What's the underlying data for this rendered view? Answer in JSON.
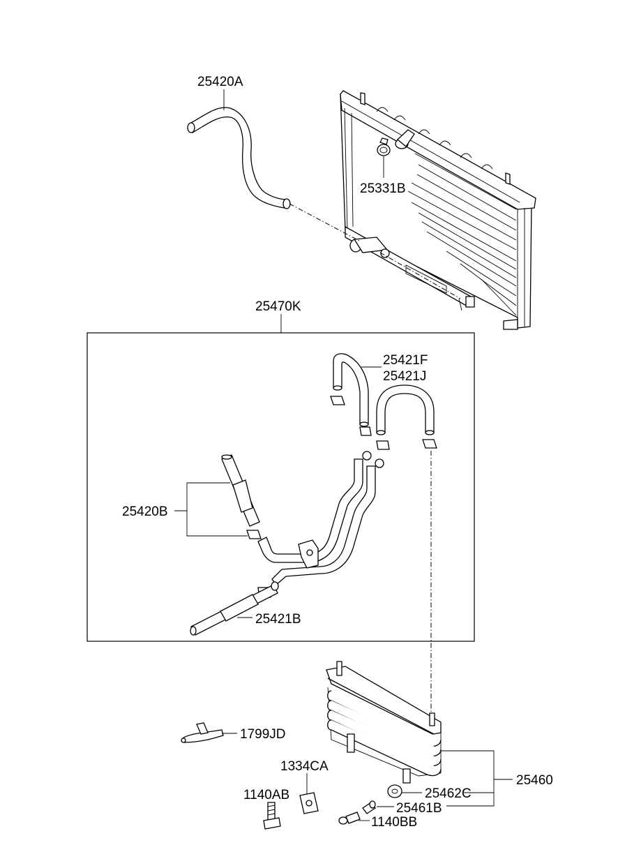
{
  "diagram": {
    "labels": {
      "hose_upper": "25420A",
      "clamp_upper": "25331B",
      "tube_assembly": "25470K",
      "hose_f": "25421F",
      "hose_j": "25421J",
      "hose_b": "25420B",
      "hose_421b": "25421B",
      "clip": "1799JD",
      "bracket": "1334CA",
      "bolt_ab": "1140AB",
      "cooler": "25460",
      "grommet": "25462C",
      "collar": "25461B",
      "bolt_bb": "1140BB"
    }
  }
}
